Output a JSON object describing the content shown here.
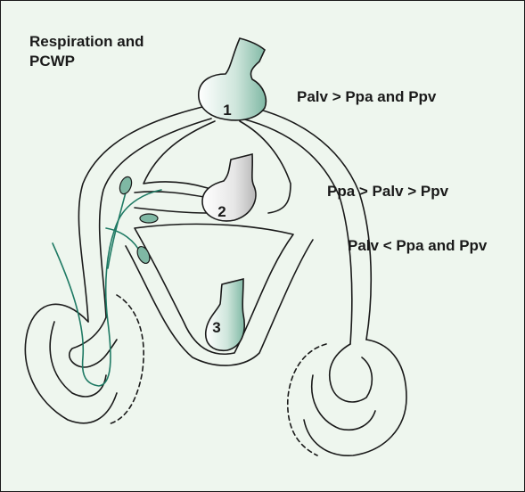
{
  "title_lines": [
    "Respiration and",
    "PCWP"
  ],
  "zones": [
    {
      "number": "1",
      "condition": "Palv > Ppa and Ppv"
    },
    {
      "number": "2",
      "condition": "Ppa > Palv > Ppv"
    },
    {
      "number": "3",
      "condition": "Palv < Ppa and Ppv"
    }
  ],
  "colors": {
    "background": "#eef6ee",
    "alveolus_fill": "#7fb8a4",
    "catheter": "#1f7a64",
    "outline": "#1a1a1a"
  }
}
